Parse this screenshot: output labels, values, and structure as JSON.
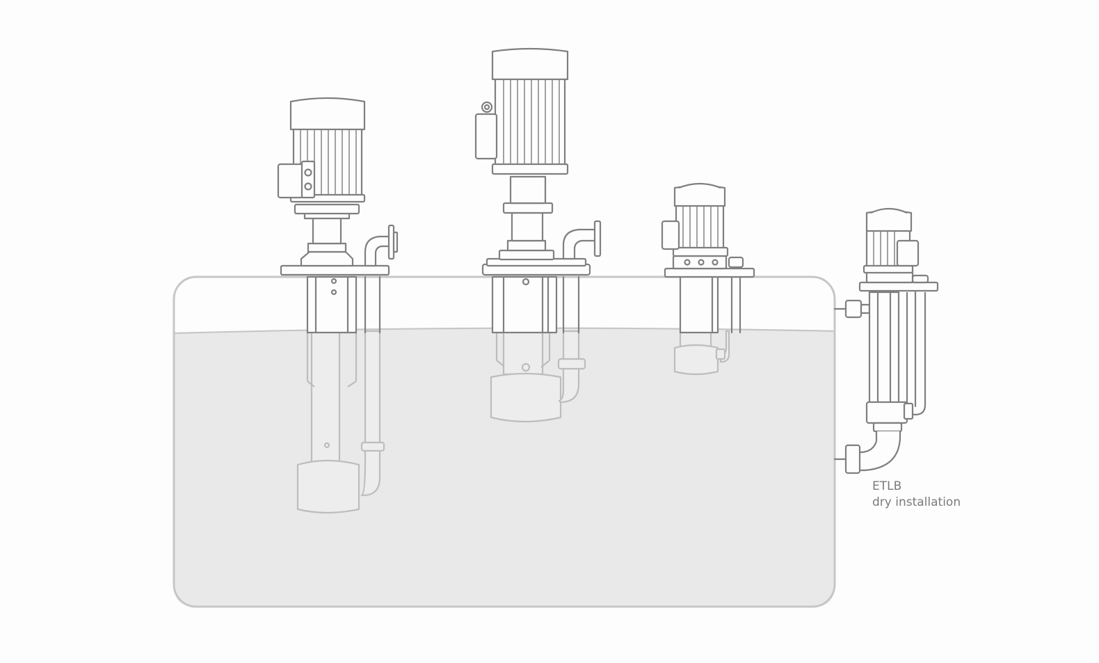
{
  "diagram": {
    "colors": {
      "outline": "#7f7f7f",
      "tank_outline": "#c4c4c4",
      "liquid": "#e9e9e9",
      "submerged_outline": "#bdbdbd",
      "background": "#fdfdfd",
      "label_text": "#7a7a7a"
    },
    "pumps": [
      {
        "id": "pump-1",
        "installation": "submerged"
      },
      {
        "id": "pump-2",
        "installation": "submerged"
      },
      {
        "id": "pump-3",
        "installation": "submerged"
      },
      {
        "id": "pump-4",
        "installation": "dry",
        "label_lines": [
          "ETLB",
          "dry installation"
        ]
      }
    ]
  }
}
